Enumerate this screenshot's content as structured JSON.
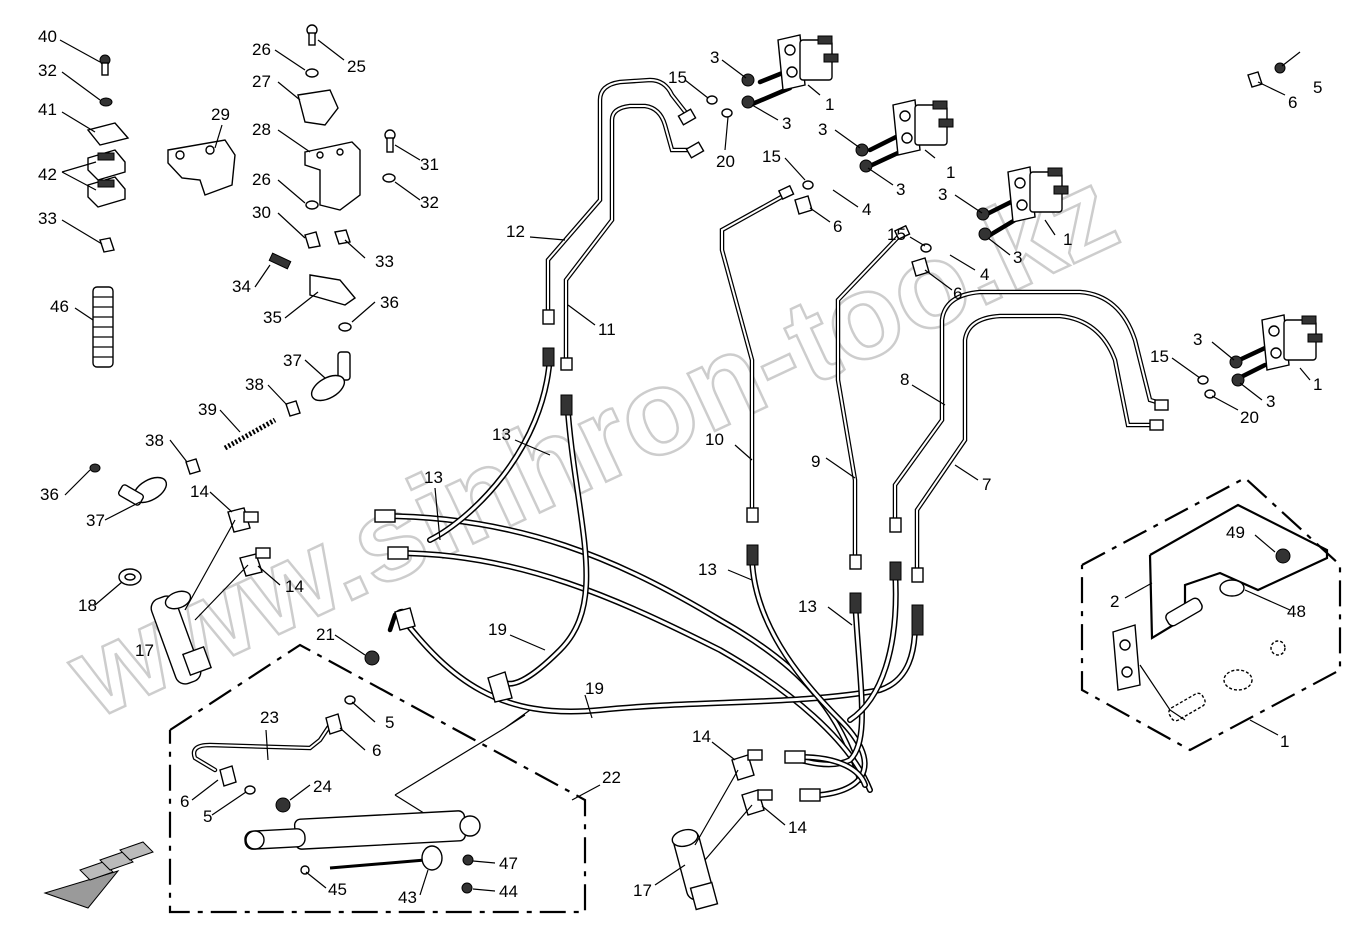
{
  "watermark": "www.sinhron-too.kz",
  "callouts": [
    {
      "id": "c40",
      "text": "40"
    },
    {
      "id": "c32a",
      "text": "32"
    },
    {
      "id": "c41",
      "text": "41"
    },
    {
      "id": "c42",
      "text": "42"
    },
    {
      "id": "c33a",
      "text": "33"
    },
    {
      "id": "c46",
      "text": "46"
    },
    {
      "id": "c29",
      "text": "29"
    },
    {
      "id": "c26a",
      "text": "26"
    },
    {
      "id": "c25",
      "text": "25"
    },
    {
      "id": "c27",
      "text": "27"
    },
    {
      "id": "c28",
      "text": "28"
    },
    {
      "id": "c31",
      "text": "31"
    },
    {
      "id": "c26b",
      "text": "26"
    },
    {
      "id": "c32b",
      "text": "32"
    },
    {
      "id": "c30",
      "text": "30"
    },
    {
      "id": "c33b",
      "text": "33"
    },
    {
      "id": "c34",
      "text": "34"
    },
    {
      "id": "c35",
      "text": "35"
    },
    {
      "id": "c36a",
      "text": "36"
    },
    {
      "id": "c37a",
      "text": "37"
    },
    {
      "id": "c38a",
      "text": "38"
    },
    {
      "id": "c39",
      "text": "39"
    },
    {
      "id": "c38b",
      "text": "38"
    },
    {
      "id": "c36b",
      "text": "36"
    },
    {
      "id": "c37b",
      "text": "37"
    },
    {
      "id": "c14a",
      "text": "14"
    },
    {
      "id": "c13a",
      "text": "13"
    },
    {
      "id": "c14b",
      "text": "14"
    },
    {
      "id": "c18",
      "text": "18"
    },
    {
      "id": "c17a",
      "text": "17"
    },
    {
      "id": "c21",
      "text": "21"
    },
    {
      "id": "c5a",
      "text": "5"
    },
    {
      "id": "c6a",
      "text": "6"
    },
    {
      "id": "c23",
      "text": "23"
    },
    {
      "id": "c6b",
      "text": "6"
    },
    {
      "id": "c5b",
      "text": "5"
    },
    {
      "id": "c24",
      "text": "24"
    },
    {
      "id": "c22",
      "text": "22"
    },
    {
      "id": "c45",
      "text": "45"
    },
    {
      "id": "c43",
      "text": "43"
    },
    {
      "id": "c47",
      "text": "47"
    },
    {
      "id": "c44",
      "text": "44"
    },
    {
      "id": "c12",
      "text": "12"
    },
    {
      "id": "c11",
      "text": "11"
    },
    {
      "id": "c13b",
      "text": "13"
    },
    {
      "id": "c19a",
      "text": "19"
    },
    {
      "id": "c19b",
      "text": "19"
    },
    {
      "id": "c15a",
      "text": "15"
    },
    {
      "id": "c3a",
      "text": "3"
    },
    {
      "id": "c1a",
      "text": "1"
    },
    {
      "id": "c3b",
      "text": "3"
    },
    {
      "id": "c20a",
      "text": "20"
    },
    {
      "id": "c3c",
      "text": "3"
    },
    {
      "id": "c15b",
      "text": "15"
    },
    {
      "id": "c1b",
      "text": "1"
    },
    {
      "id": "c3d",
      "text": "3"
    },
    {
      "id": "c4a",
      "text": "4"
    },
    {
      "id": "c6c",
      "text": "6"
    },
    {
      "id": "c3e",
      "text": "3"
    },
    {
      "id": "c1c",
      "text": "1"
    },
    {
      "id": "c15c",
      "text": "15"
    },
    {
      "id": "c3f",
      "text": "3"
    },
    {
      "id": "c4b",
      "text": "4"
    },
    {
      "id": "c6d",
      "text": "6"
    },
    {
      "id": "c5c",
      "text": "5"
    },
    {
      "id": "c6e",
      "text": "6"
    },
    {
      "id": "c3g",
      "text": "3"
    },
    {
      "id": "c15d",
      "text": "15"
    },
    {
      "id": "c1d",
      "text": "1"
    },
    {
      "id": "c3h",
      "text": "3"
    },
    {
      "id": "c20b",
      "text": "20"
    },
    {
      "id": "c8",
      "text": "8"
    },
    {
      "id": "c10",
      "text": "10"
    },
    {
      "id": "c9",
      "text": "9"
    },
    {
      "id": "c7",
      "text": "7"
    },
    {
      "id": "c13c",
      "text": "13"
    },
    {
      "id": "c13d",
      "text": "13"
    },
    {
      "id": "c14c",
      "text": "14"
    },
    {
      "id": "c14d",
      "text": "14"
    },
    {
      "id": "c17b",
      "text": "17"
    },
    {
      "id": "c49",
      "text": "49"
    },
    {
      "id": "c2",
      "text": "2"
    },
    {
      "id": "c48",
      "text": "48"
    },
    {
      "id": "c1e",
      "text": "1"
    }
  ]
}
